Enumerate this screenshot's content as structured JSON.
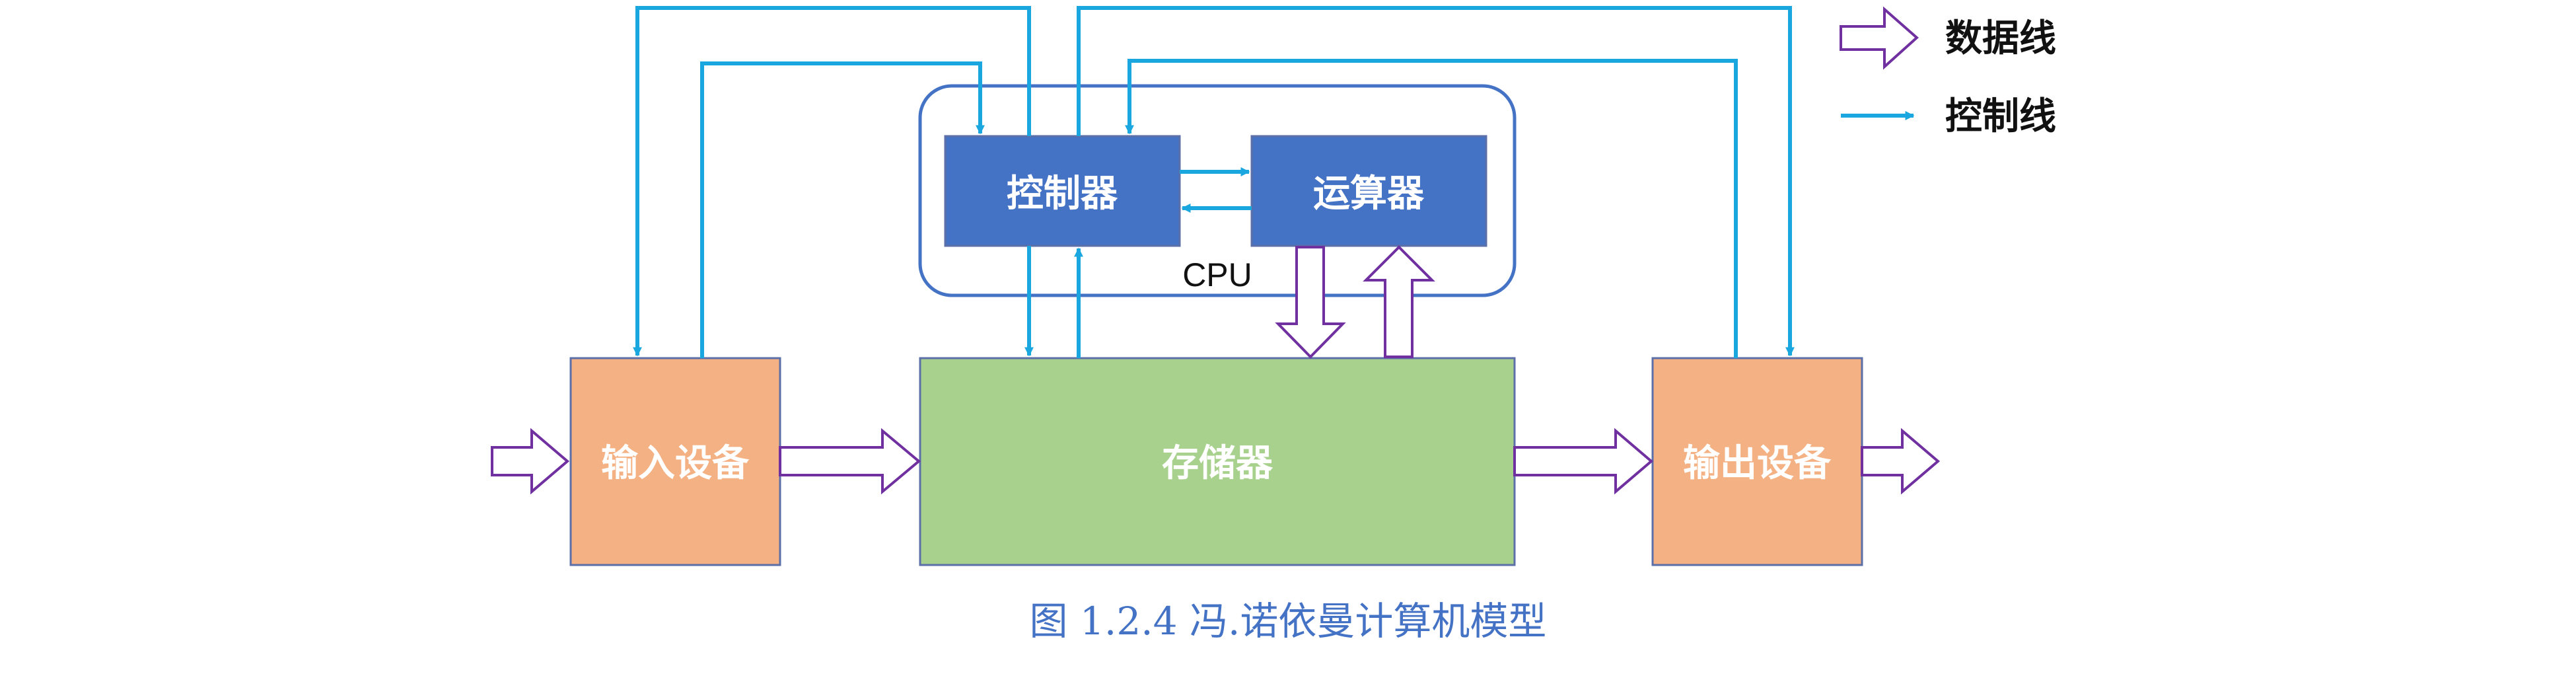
{
  "diagram": {
    "cpu_label": "CPU",
    "nodes": {
      "controller": {
        "label": "控制器",
        "color": "#4472c4"
      },
      "alu": {
        "label": "运算器",
        "color": "#4472c4"
      },
      "memory": {
        "label": "存储器",
        "color": "#a9d18e"
      },
      "input_device": {
        "label": "输入设备",
        "color": "#f4b183"
      },
      "output_device": {
        "label": "输出设备",
        "color": "#f4b183"
      }
    },
    "legend": {
      "data_line": {
        "label": "数据线",
        "color": "#7030a0",
        "icon": "hollow-arrow-icon"
      },
      "control_line": {
        "label": "控制线",
        "color": "#1aa7e0",
        "icon": "line-arrow-icon"
      }
    },
    "colors": {
      "cpu_border": "#4472c4",
      "box_border": "#5b6fa8",
      "control_line": "#1aa7e0",
      "data_arrow": "#7030a0"
    }
  },
  "caption": "图 1.2.4 冯.诺依曼计算机模型"
}
